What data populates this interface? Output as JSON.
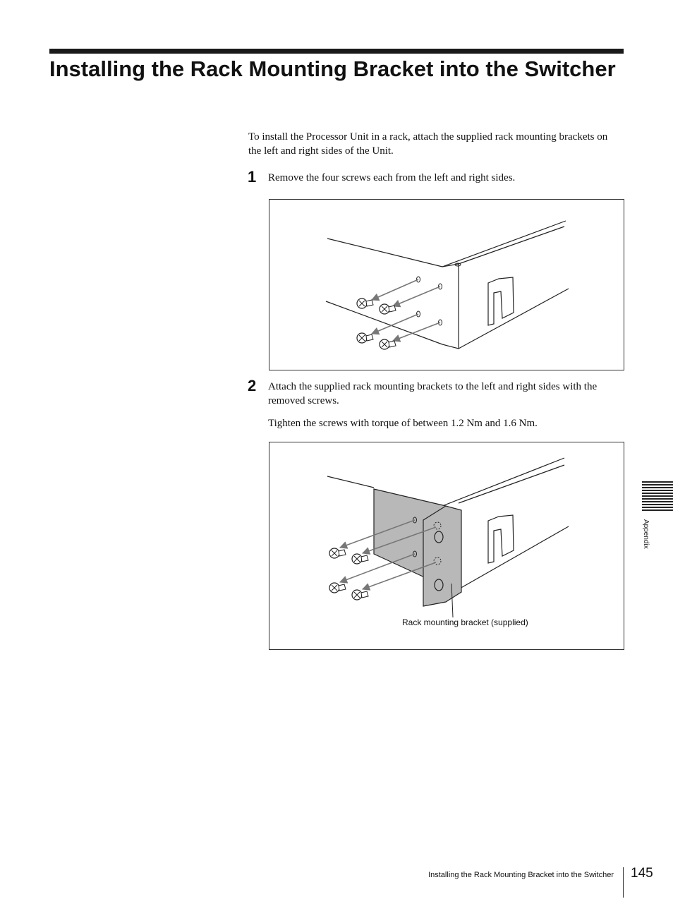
{
  "title": "Installing the Rack Mounting Bracket into the Switcher",
  "intro": "To install the Processor Unit in a rack, attach the supplied rack mounting brackets on the left and right sides of the Unit.",
  "steps": [
    {
      "number": "1",
      "text": "Remove the four screws each from the left and right sides."
    },
    {
      "number": "2",
      "text": "Attach the supplied rack mounting brackets to the left and right sides with the removed screws.",
      "note": "Tighten the screws with torque of between 1.2 Nm and 1.6 Nm."
    }
  ],
  "figure2_caption": "Rack mounting bracket (supplied)",
  "side_tab": "Appendix",
  "footer": {
    "running_title": "Installing the Rack Mounting Bracket into the Switcher",
    "page_number": "145"
  }
}
